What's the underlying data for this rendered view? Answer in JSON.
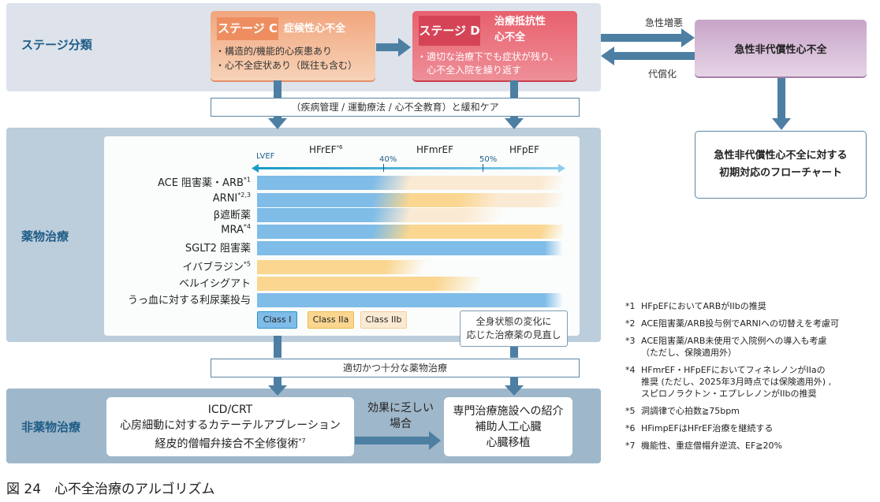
{
  "sections": {
    "stage": "ステージ分類",
    "drug": "薬物治療",
    "nondrug": "非薬物治療"
  },
  "stage_c": {
    "tag": "ステージ C",
    "title": "症候性心不全",
    "lines": [
      "・構造的/機能的心疾患あり",
      "・心不全症状あり（既往も含む）"
    ]
  },
  "stage_d": {
    "tag": "ステージ D",
    "title_lines": [
      "治療抵抗性",
      "心不全"
    ],
    "lines": [
      "・適切な治療下でも症状が残り、",
      "　心不全入院を繰り返す"
    ]
  },
  "adhf": {
    "title": "急性非代償性心不全",
    "arrow_to": "急性増悪",
    "arrow_from": "代償化",
    "flowchart_lines": [
      "急性非代償性心不全に対する",
      "初期対応のフローチャート"
    ]
  },
  "care_box": "（疾病管理 / 運動療法 / 心不全教育）と緩和ケア",
  "enough_box": "適切かつ十分な薬物治療",
  "review_box": [
    "全身状態の変化に",
    "応じた治療薬の見直し"
  ],
  "chart_data": {
    "type": "table",
    "axis_label": "LVEF",
    "categories": [
      {
        "name": "HFrEF",
        "sup": "*6"
      },
      {
        "name": "HFmrEF",
        "sup": ""
      },
      {
        "name": "HFpEF",
        "sup": ""
      }
    ],
    "thresholds": [
      "40%",
      "50%"
    ],
    "legend": [
      {
        "label": "Class I",
        "color": "#7fbce8"
      },
      {
        "label": "Class IIa",
        "color": "#fad690"
      },
      {
        "label": "Class IIb",
        "color": "#fbead3"
      }
    ],
    "rows": [
      {
        "drug": "ACE 阻害薬・ARB",
        "sup": "*1",
        "HFrEF": "Class I",
        "HFmrEF": "Class IIb",
        "HFpEF": "Class IIb"
      },
      {
        "drug": "ARNI",
        "sup": "*2,3",
        "HFrEF": "Class I",
        "HFmrEF": "Class IIa",
        "HFpEF": "Class IIb"
      },
      {
        "drug": "β遮断薬",
        "sup": "",
        "HFrEF": "Class I",
        "HFmrEF": "Class IIb",
        "HFpEF": "Class IIb (partial)"
      },
      {
        "drug": "MRA",
        "sup": "*4",
        "HFrEF": "Class I",
        "HFmrEF": "Class IIa",
        "HFpEF": "Class IIa"
      },
      {
        "drug": "SGLT2 阻害薬",
        "sup": "",
        "HFrEF": "Class I",
        "HFmrEF": "Class I",
        "HFpEF": "Class I"
      },
      {
        "drug": "イバブラジン",
        "sup": "*5",
        "HFrEF": "Class IIa",
        "HFmrEF": "",
        "HFpEF": ""
      },
      {
        "drug": "ベルイシグアト",
        "sup": "",
        "HFrEF": "Class IIa",
        "HFmrEF": "Class IIa (partial)",
        "HFpEF": ""
      },
      {
        "drug": "うっ血に対する利尿薬投与",
        "sup": "",
        "HFrEF": "Class I",
        "HFmrEF": "Class I",
        "HFpEF": "Class I"
      }
    ]
  },
  "nondrug": {
    "left_lines": [
      "ICD/CRT",
      "心房細動に対するカテーテルアブレーション",
      "経皮的僧帽弁接合不全修復術"
    ],
    "left_sup": "*7",
    "arrow_label": [
      "効果に乏しい",
      "場合"
    ],
    "right_lines": [
      "専門治療施設への紹介",
      "補助人工心臓",
      "心臓移植"
    ]
  },
  "notes": [
    {
      "mark": "*1",
      "lines": [
        "HFpEFにおいてARBがIIbの推奨"
      ]
    },
    {
      "mark": "*2",
      "lines": [
        "ACE阻害薬/ARB投与例でARNIへの切替えを考慮可"
      ]
    },
    {
      "mark": "*3",
      "lines": [
        "ACE阻害薬/ARB未使用で入院例への導入も考慮",
        "（ただし、保険適用外）"
      ]
    },
    {
      "mark": "*4",
      "lines": [
        "HFmrEF・HFpEFにおいてフィネレノンがIIaの",
        "推奨 (ただし、2025年3月時点では保険適用外) ,",
        "スピロノラクトン・エプレレノンがIIbの推奨"
      ]
    },
    {
      "mark": "*5",
      "lines": [
        "洞調律で心拍数≧75bpm"
      ]
    },
    {
      "mark": "*6",
      "lines": [
        "HFimpEFはHFrEF治療を継続する"
      ]
    },
    {
      "mark": "*7",
      "lines": [
        "機能性、重症僧帽弁逆流、EF≧20%"
      ]
    }
  ],
  "caption": "図 24　心不全治療のアルゴリズム"
}
